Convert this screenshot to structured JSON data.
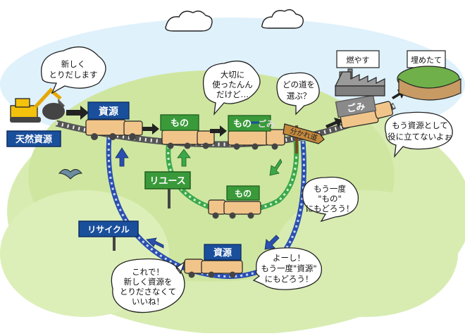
{
  "labels": {
    "natural_resources": "天然資源",
    "burn": "燃やす",
    "landfill": "埋めたて",
    "reuse": "リユース",
    "recycle": "リサイクル",
    "crossroads": "分かれ道"
  },
  "train_signs": {
    "resource_top": "資源",
    "thing_1": "もの",
    "thing_2": "もの",
    "gomi_strike": "ごみ",
    "gomi": "ごみ",
    "thing_reuse": "もの",
    "resource_bottom": "資源"
  },
  "bubbles": {
    "new_take": [
      "新しく",
      "とりだします"
    ],
    "careful": [
      "大切に",
      "使ったんん",
      "だけど…"
    ],
    "which_road": [
      "どの道を",
      "選ぶ？"
    ],
    "useless": [
      "もう資源として",
      "役に立てないよぉ"
    ],
    "back_to_thing": [
      "もう一度",
      "\"もの\"",
      "にもどろう！"
    ],
    "back_to_resource": [
      "よーし！",
      "もう一度\"資源\"",
      "にもどろう！"
    ],
    "no_need_new": [
      "これで！",
      "新しく資源を",
      "とりださなくて",
      "いいね！"
    ]
  },
  "colors": {
    "resource_sign": "#1a4f9c",
    "thing_sign": "#3a9a3a",
    "gomi_sign": "#8a8a8a",
    "recycle_track": "#2a4fb0",
    "reuse_track": "#3aa84a",
    "ground": "#cfe6a8"
  }
}
